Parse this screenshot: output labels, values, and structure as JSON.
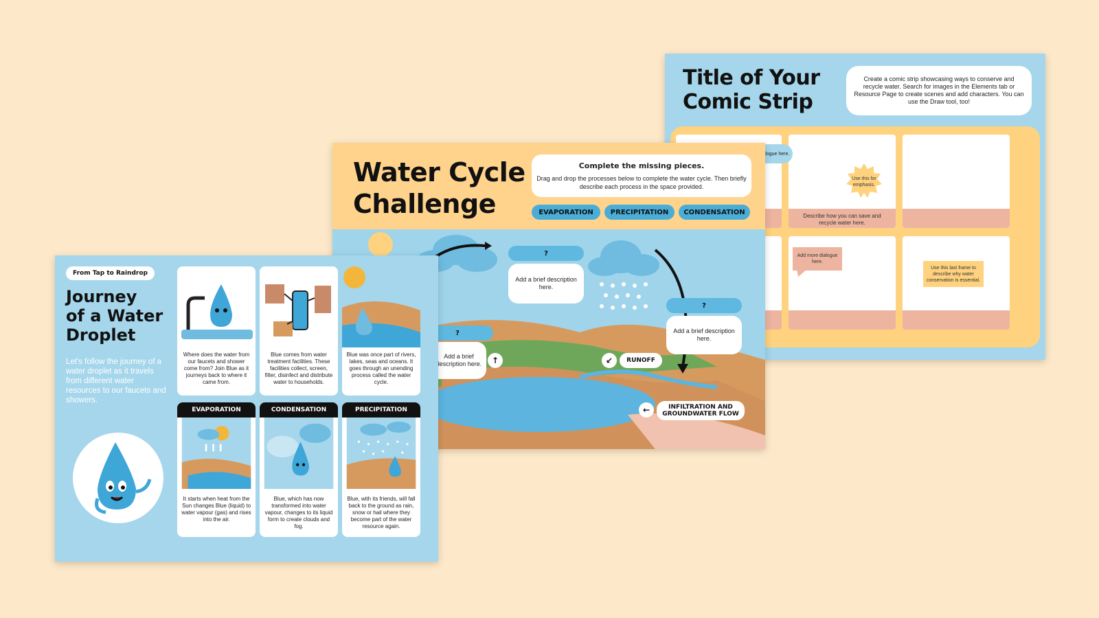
{
  "comic_slide": {
    "title_line1": "Title of Your",
    "title_line2": "Comic Strip",
    "instructions": "Create a comic strip showcasing ways to conserve and recycle water. Search for images in the Elements tab or Resource Page to create scenes and add characters. You can use the Draw tool, too!",
    "dialogue_bubble": "Add a dialogue here.",
    "emphasis_badge": "Use this for emphasis.",
    "frame_caption": "Describe how you can save and recycle water here.",
    "more_dialogue": "Add more dialogue here.",
    "last_frame_note": "Use this last frame to describe why water conservation is essential."
  },
  "challenge_slide": {
    "title_line1": "Water Cycle",
    "title_line2": "Challenge",
    "instructions_heading": "Complete the missing pieces.",
    "instructions_body": "Drag and drop the processes below to complete the water cycle. Then briefly describe each process in the space provided.",
    "process_options": [
      "EVAPORATION",
      "PRECIPITATION",
      "CONDENSATION"
    ],
    "unknown_label": "?",
    "description_placeholder": "Add a brief description here.",
    "partial_description": "Add a brief description here.",
    "runoff_label": "RUNOFF",
    "infiltration_label": "INFILTRATION AND GROUNDWATER FLOW",
    "arrow_up": "↑",
    "arrow_diag": "↙",
    "arrow_left": "←"
  },
  "journey_slide": {
    "tag": "From Tap to Raindrop",
    "title_line1": "Journey",
    "title_line2": "of a Water",
    "title_line3": "Droplet",
    "intro": "Let's follow the journey of a water droplet as it travels from different water resources to our faucets and showers.",
    "panels_top": [
      {
        "caption": "Where does the water from our faucets and shower come from? Join Blue as it journeys back to where it came from."
      },
      {
        "caption": "Blue comes from water treatment facilities. These facilities collect, screen, filter, disinfect and distribute water to households."
      },
      {
        "caption": "Blue was once part of rivers, lakes, seas and oceans. It goes through an unending process called the water cycle."
      }
    ],
    "panels_bottom": [
      {
        "title": "EVAPORATION",
        "caption": "It starts when heat from the Sun changes Blue (liquid) to water vapour (gas) and rises into the air."
      },
      {
        "title": "CONDENSATION",
        "caption": "Blue, which has now transformed into water vapour, changes to its liquid form to create clouds and fog."
      },
      {
        "title": "PRECIPITATION",
        "caption": "Blue, with its friends, will fall back to the ground as rain, snow or hail where they become part of the water resource again."
      }
    ]
  },
  "colors": {
    "background": "#FDE9C9",
    "sky_blue": "#A5D6EB",
    "accent_blue": "#4AADD8",
    "yellow": "#FFD27F",
    "peach": "#EDB4A0"
  }
}
